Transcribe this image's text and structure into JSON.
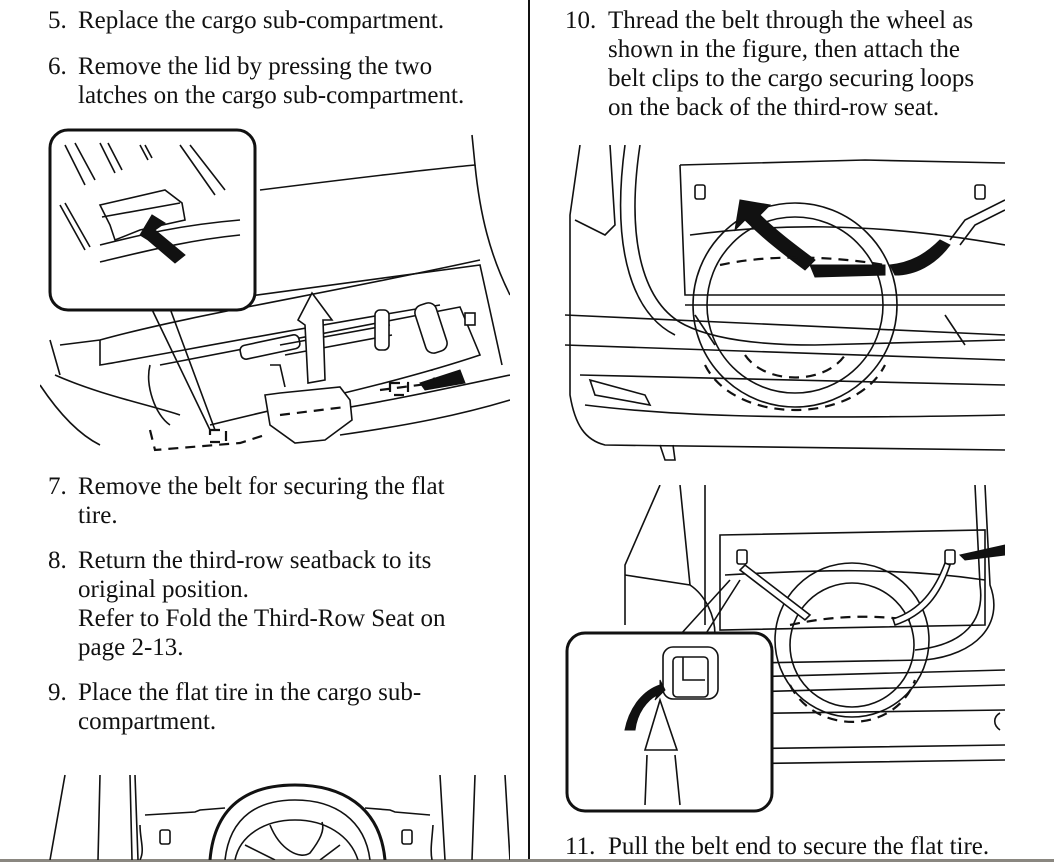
{
  "left_column": {
    "steps": [
      {
        "number": "5.",
        "text": "Replace the cargo sub-compartment."
      },
      {
        "number": "6.",
        "text_lines": [
          "Remove the lid by pressing the two",
          "latches on the cargo sub-compartment."
        ]
      },
      {
        "number": "7.",
        "text_lines": [
          "Remove the belt for securing the flat",
          "tire."
        ]
      },
      {
        "number": "8.",
        "text_lines": [
          "Return the third-row seatback to its",
          "original position.",
          "Refer to Fold the Third-Row Seat on",
          "page 2-13."
        ]
      },
      {
        "number": "9.",
        "text_lines": [
          "Place the flat tire in the cargo sub-",
          "compartment."
        ]
      }
    ],
    "figures": [
      {
        "description": "Cargo sub-compartment lid with latch detail inset; arrows indicate pressing latches and lifting lid"
      },
      {
        "description": "Flat tire placed in cargo sub-compartment (partially visible)"
      }
    ]
  },
  "right_column": {
    "steps": [
      {
        "number": "10.",
        "text_lines": [
          "Thread the belt through the wheel as",
          "shown in the figure, then attach the",
          "belt clips to the cargo securing loops",
          "on the back of the third-row seat."
        ]
      },
      {
        "number": "11.",
        "text": "Pull the belt end to secure the flat tire."
      }
    ],
    "figures": [
      {
        "description": "Belt threaded through the wheel, arrow showing direction"
      },
      {
        "description": "Belt clips attached to cargo securing loops with clip detail inset"
      }
    ]
  }
}
